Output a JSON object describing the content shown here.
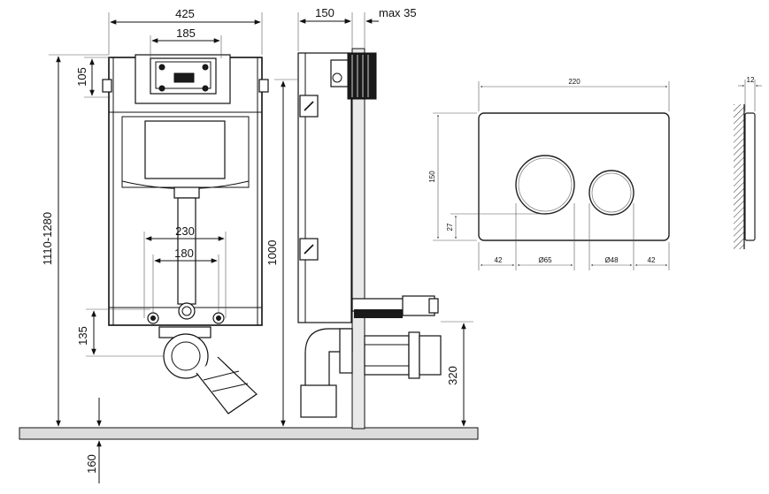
{
  "front_view": {
    "width_overall": "425",
    "width_plate": "185",
    "height_top": "105",
    "height_range": "1110-1280",
    "pipe_spacing_outer": "230",
    "pipe_spacing_inner": "180",
    "height_bottom": "135",
    "height_floor": "160"
  },
  "side_view": {
    "depth": "150",
    "max_offset": "max 35",
    "height_frame": "1000",
    "height_outlet": "320"
  },
  "flush_plate": {
    "width": "220",
    "height": "150",
    "thickness": "12",
    "button_offset_v": "27",
    "margin_left": "42",
    "large_button_dia": "Ø65",
    "small_button_dia": "Ø48",
    "margin_right": "42"
  },
  "colors": {
    "line": "#111111",
    "background": "#ffffff",
    "fill_gray": "#e6e6e6"
  }
}
